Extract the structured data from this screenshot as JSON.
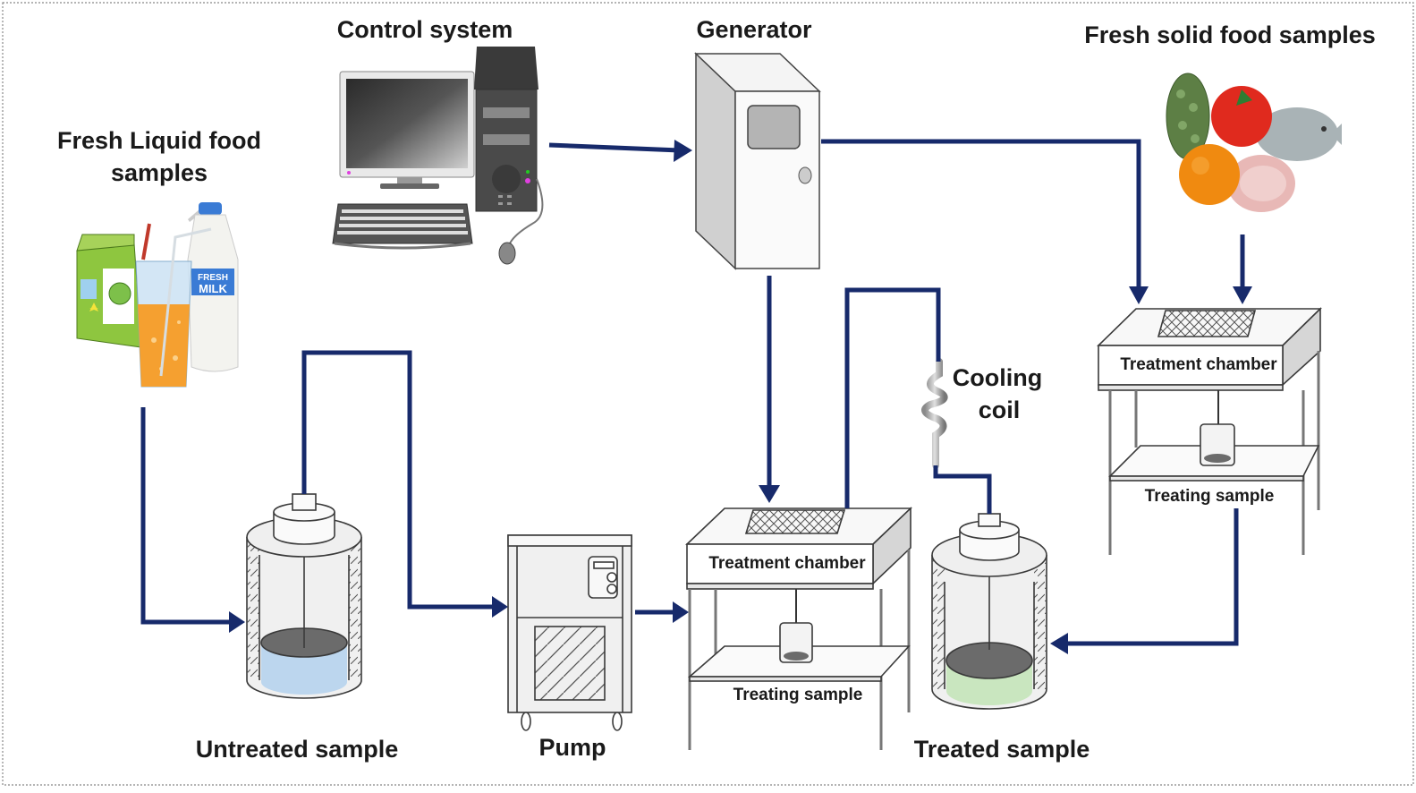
{
  "diagram": {
    "title": "Food sample treatment process flow",
    "colors": {
      "pipe": "#172a6b",
      "untreated_liquid": "#bcd6ee",
      "treated_liquid": "#c9e6bf",
      "equipment_fill": "#f2f2f2",
      "equipment_side": "#d0d0d0",
      "stirrer_disk": "#6b6b6b"
    },
    "labels": {
      "control_system": "Control system",
      "generator": "Generator",
      "fresh_solid_food": "Fresh  solid food samples",
      "fresh_liquid_food_line1": "Fresh  Liquid food",
      "fresh_liquid_food_line2": "samples",
      "treatment_chamber_center": "Treatment chamber",
      "treating_sample_center": "Treating sample",
      "treatment_chamber_right": "Treatment chamber",
      "treating_sample_right": "Treating sample",
      "cooling_coil_line1": "Cooling",
      "cooling_coil_line2": "coil",
      "untreated_sample": "Untreated sample",
      "pump": "Pump",
      "treated_sample": "Treated sample",
      "milk_label_line1": "FRESH",
      "milk_label_line2": "MILK"
    },
    "nodes": [
      {
        "id": "liquid-food",
        "icon": "liquid-food-icon"
      },
      {
        "id": "control-system",
        "icon": "computer-icon"
      },
      {
        "id": "generator",
        "icon": "generator-cabinet-icon"
      },
      {
        "id": "solid-food",
        "icon": "solid-food-icon"
      },
      {
        "id": "untreated-vessel",
        "icon": "vessel-icon"
      },
      {
        "id": "pump",
        "icon": "pump-icon"
      },
      {
        "id": "treatment-chamber-center",
        "icon": "treatment-chamber-icon"
      },
      {
        "id": "cooling-coil",
        "icon": "coil-icon"
      },
      {
        "id": "treated-vessel",
        "icon": "vessel-icon"
      },
      {
        "id": "treatment-chamber-right",
        "icon": "treatment-chamber-icon"
      }
    ],
    "edges": [
      {
        "from": "liquid-food",
        "to": "untreated-vessel"
      },
      {
        "from": "untreated-vessel",
        "to": "pump"
      },
      {
        "from": "pump",
        "to": "treatment-chamber-center"
      },
      {
        "from": "control-system",
        "to": "generator"
      },
      {
        "from": "generator",
        "to": "treatment-chamber-center"
      },
      {
        "from": "generator",
        "to": "treatment-chamber-right"
      },
      {
        "from": "solid-food",
        "to": "treatment-chamber-right"
      },
      {
        "from": "treatment-chamber-center",
        "to": "cooling-coil"
      },
      {
        "from": "cooling-coil",
        "to": "treated-vessel"
      },
      {
        "from": "treatment-chamber-right",
        "to": "treated-vessel"
      }
    ]
  }
}
